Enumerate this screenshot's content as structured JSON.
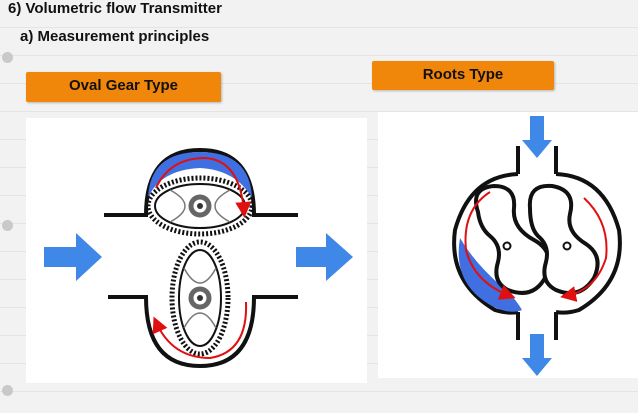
{
  "heading": "6) Volumetric flow Transmitter",
  "subheading": "a) Measurement principles",
  "diagrams": [
    {
      "label": "Oval Gear Type"
    },
    {
      "label": "Roots Type"
    }
  ],
  "colors": {
    "label_background": "#f0860a",
    "flow_arrow": "#3f88e8",
    "fluid_fill": "#3f6fe0",
    "rotation_arrow": "#e01010"
  }
}
